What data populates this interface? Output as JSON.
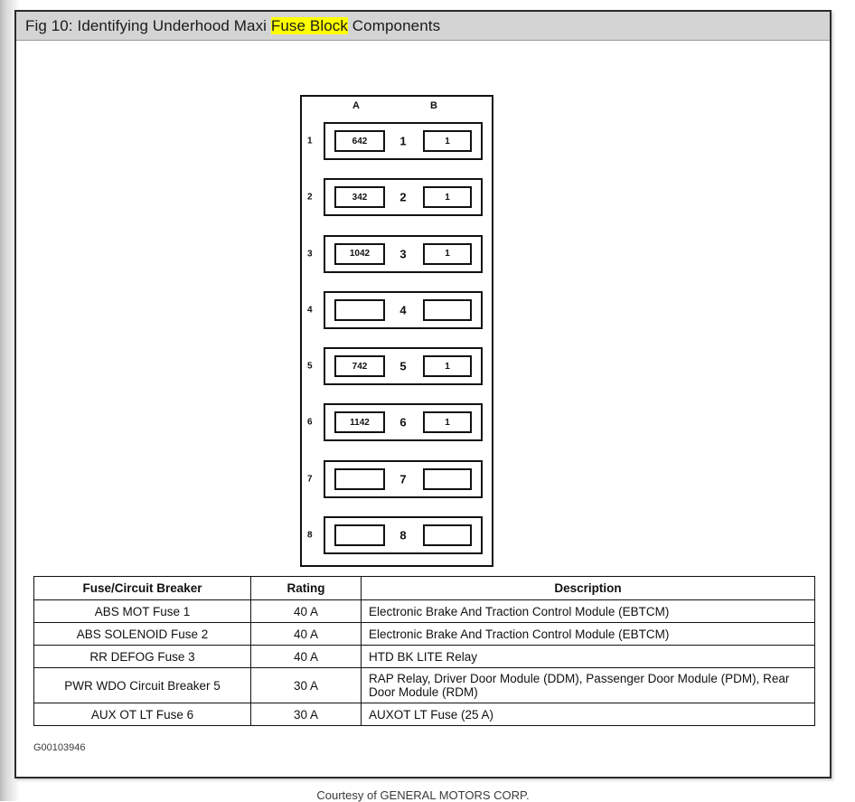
{
  "title": {
    "prefix": "Fig 10: Identifying Underhood Maxi ",
    "highlight": "Fuse Block",
    "suffix": " Components"
  },
  "fuse_block": {
    "column_headers": {
      "a": "A",
      "b": "B"
    },
    "rows": [
      {
        "row_label": "1",
        "a_value": "642",
        "center": "1",
        "b_value": "1"
      },
      {
        "row_label": "2",
        "a_value": "342",
        "center": "2",
        "b_value": "1"
      },
      {
        "row_label": "3",
        "a_value": "1042",
        "center": "3",
        "b_value": "1"
      },
      {
        "row_label": "4",
        "a_value": "",
        "center": "4",
        "b_value": ""
      },
      {
        "row_label": "5",
        "a_value": "742",
        "center": "5",
        "b_value": "1"
      },
      {
        "row_label": "6",
        "a_value": "1142",
        "center": "6",
        "b_value": "1"
      },
      {
        "row_label": "7",
        "a_value": "",
        "center": "7",
        "b_value": ""
      },
      {
        "row_label": "8",
        "a_value": "",
        "center": "8",
        "b_value": ""
      }
    ]
  },
  "table": {
    "headers": {
      "name": "Fuse/Circuit Breaker",
      "rating": "Rating",
      "description": "Description"
    },
    "rows": [
      {
        "name": "ABS MOT Fuse 1",
        "rating": "40 A",
        "description": "Electronic Brake And Traction Control Module (EBTCM)"
      },
      {
        "name": "ABS SOLENOID Fuse 2",
        "rating": "40 A",
        "description": "Electronic Brake And Traction Control Module (EBTCM)"
      },
      {
        "name": "RR DEFOG Fuse 3",
        "rating": "40 A",
        "description": "HTD BK LITE Relay"
      },
      {
        "name": "PWR WDO Circuit Breaker 5",
        "rating": "30 A",
        "description": "RAP Relay, Driver Door Module (DDM), Passenger Door Module (PDM), Rear Door Module (RDM)"
      },
      {
        "name": "AUX OT LT Fuse 6",
        "rating": "30 A",
        "description": "AUXOT LT Fuse (25 A)"
      }
    ]
  },
  "figure_id": "G00103946",
  "courtesy": "Courtesy of GENERAL MOTORS CORP.",
  "colors": {
    "highlight": "#ffff00",
    "title_bar": "#d4d4d4",
    "border": "#2b2b2b",
    "ink": "#111111"
  }
}
